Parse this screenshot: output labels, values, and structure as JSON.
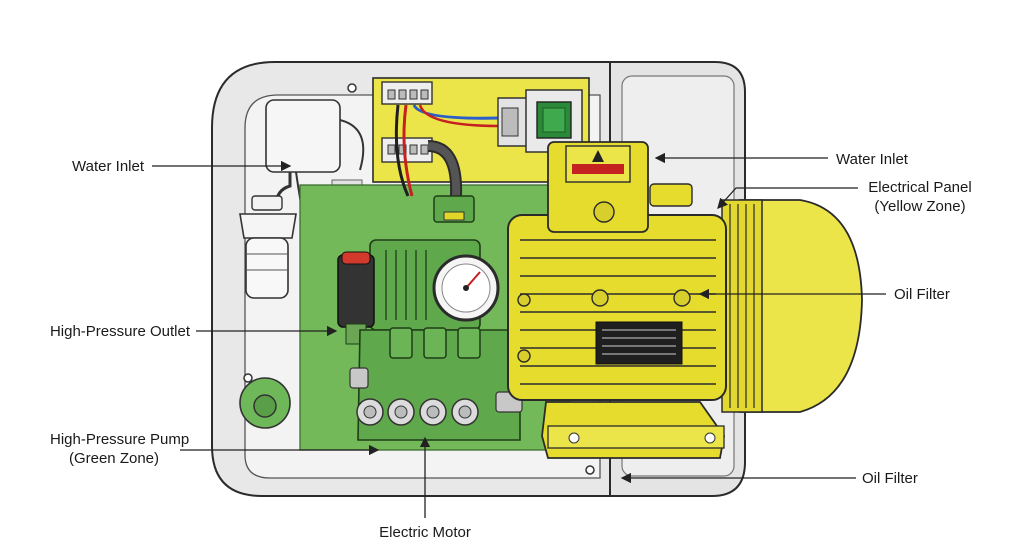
{
  "labels": {
    "water_inlet_left": "Water Inlet",
    "high_pressure_outlet": "High-Pressure Outlet",
    "high_pressure_pump_line1": "High-Pressure Pump",
    "high_pressure_pump_line2": "(Green Zone)",
    "electric_motor": "Electric Motor",
    "water_inlet_right": "Water Inlet",
    "electrical_panel_line1": "Electrical Panel",
    "electrical_panel_line2": "(Yellow Zone)",
    "oil_filter_upper": "Oil Filter",
    "oil_filter_lower": "Oil Filter"
  },
  "colors": {
    "pump_zone": "#73b95a",
    "pump_body": "#5fa84c",
    "electrical_zone": "#ece54a",
    "motor_body": "#e6dc2e",
    "housing": "#e7e7e7",
    "outline": "#2b2b2b"
  }
}
